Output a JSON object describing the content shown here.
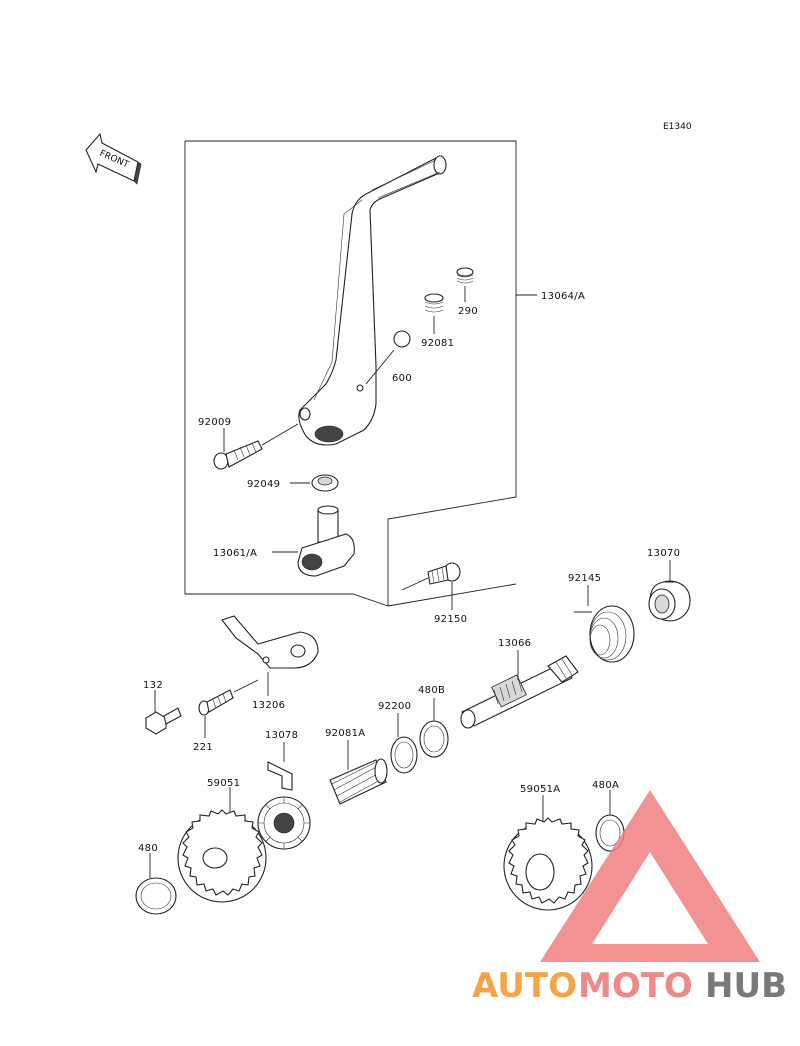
{
  "diagram_code": "E1340",
  "front_label": "FRONT",
  "watermark": {
    "text_part1": "AUTO",
    "text_part2": "MOTO",
    "text_part3": "HUB",
    "color_1": "#f4a54a",
    "color_2": "#f08a8a",
    "color_3": "#7a7a7a"
  },
  "callouts": {
    "p13064a": "13064/A",
    "p290": "290",
    "p92081": "92081",
    "p600": "600",
    "p92009": "92009",
    "p92049": "92049",
    "p13061a": "13061/A",
    "p92150": "92150",
    "p13070": "13070",
    "p92145": "92145",
    "p13066": "13066",
    "p480b": "480B",
    "p92200": "92200",
    "p92081a": "92081A",
    "p13206": "13206",
    "p132": "132",
    "p221": "221",
    "p13078": "13078",
    "p59051": "59051",
    "p480": "480",
    "p59051a": "59051A",
    "p480a": "480A"
  }
}
